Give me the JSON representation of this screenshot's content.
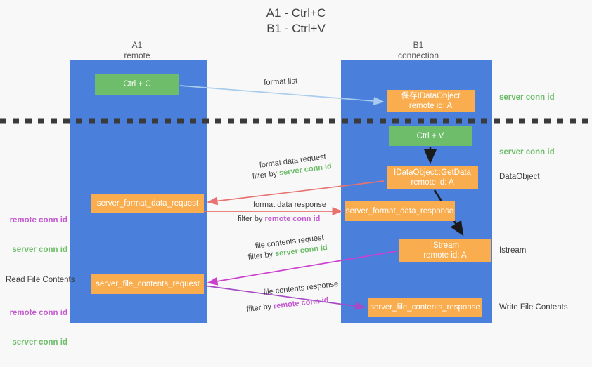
{
  "title": "A1 - Ctrl+C\nB1 - Ctrl+V",
  "columns": {
    "a1": "A1\nremote",
    "b1": "B1\nconnection"
  },
  "nodes": {
    "ctrl_c": {
      "line1": "Ctrl + C",
      "line2": "",
      "color": "#6dbd6a"
    },
    "save_idataobject": {
      "line1": "保存IDataObject",
      "line2": "remote id: A",
      "color": "#f9ad4e"
    },
    "ctrl_v": {
      "line1": "Ctrl + V",
      "line2": "",
      "color": "#6dbd6a"
    },
    "getdata": {
      "line1": "IDataObject::GetData",
      "line2": "remote id: A",
      "color": "#f9ad4e"
    },
    "format_data_request": {
      "line1": "server_format_data_request",
      "line2": "",
      "color": "#f9ad4e"
    },
    "format_data_response": {
      "line1": "server_format_data_response",
      "line2": "",
      "color": "#f9ad4e"
    },
    "istream": {
      "line1": "IStream",
      "line2": "remote id: A",
      "color": "#f9ad4e"
    },
    "file_contents_request": {
      "line1": "server_file_contents_request",
      "line2": "",
      "color": "#f9ad4e"
    },
    "file_contents_response": {
      "line1": "server_file_contents_response",
      "line2": "",
      "color": "#f9ad4e"
    }
  },
  "edges": {
    "format_list": "format list",
    "fd_request": "format data request",
    "fd_request_filter_prefix": "filter by ",
    "fd_request_filter_value": "server conn id",
    "fd_response": "format data response",
    "fd_response_filter_prefix": "filter by ",
    "fd_response_filter_value": "remote conn id",
    "fc_request": "file contents request",
    "fc_request_filter_prefix": "filter by ",
    "fc_request_filter_value": "server conn id",
    "fc_response": "file contents response",
    "fc_response_filter_prefix": "filter by ",
    "fc_response_filter_value": "remote conn id"
  },
  "annotations": {
    "server_conn_id_top": "server conn id",
    "server_conn_id_mid": "server conn id",
    "dataobject": "DataObject",
    "istream": "Istream",
    "write_file_contents": "Write File Contents",
    "read_file_contents": "Read File Contents",
    "remote_conn_id_left_1": "remote conn id",
    "server_conn_id_left_1": "server conn id",
    "remote_conn_id_left_2": "remote conn id",
    "server_conn_id_left_2": "server conn id"
  },
  "colors": {
    "panel_blue": "#4a80dc",
    "node_green": "#6dbd6a",
    "node_orange": "#f9ad4e",
    "arrow_lightblue": "#a9ccee",
    "arrow_red": "#e8726f",
    "arrow_magenta": "#cc3fcc",
    "arrow_purple": "#a64bc4",
    "arrow_black": "#1a1a1a",
    "text_green": "#6dbd6a",
    "text_magenta": "#c45bd0",
    "background": "#f8f8f8",
    "divider": "#3a3a3a"
  }
}
